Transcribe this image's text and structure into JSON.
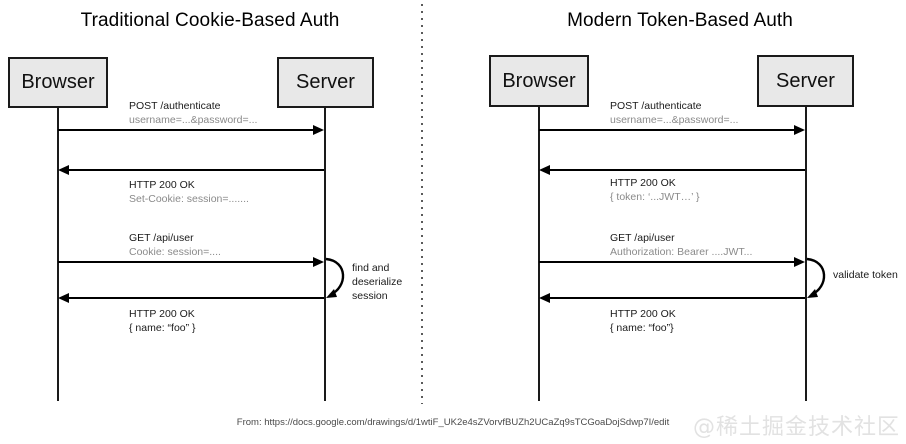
{
  "diagram": {
    "kind": "sequence-diagram-comparison",
    "divider": "dotted-vertical-line",
    "panels": [
      {
        "id": "cookie",
        "title": "Traditional Cookie-Based Auth",
        "actors": [
          {
            "id": "browser",
            "label": "Browser"
          },
          {
            "id": "server",
            "label": "Server"
          }
        ],
        "messages": [
          {
            "direction": "browser-to-server",
            "line1": "POST /authenticate",
            "line2": "username=...&password=..."
          },
          {
            "direction": "server-to-browser",
            "line1": "HTTP 200 OK",
            "line2": "Set-Cookie: session=......."
          },
          {
            "direction": "browser-to-server",
            "line1": "GET /api/user",
            "line2": "Cookie: session=...."
          },
          {
            "direction": "server-to-browser",
            "line1": "HTTP 200 OK",
            "line2": "{  name: “foo” }"
          }
        ],
        "self_call": {
          "actor": "server",
          "note_line1": "find and",
          "note_line2": "deserialize",
          "note_line3": "session"
        }
      },
      {
        "id": "token",
        "title": "Modern Token-Based Auth",
        "actors": [
          {
            "id": "browser",
            "label": "Browser"
          },
          {
            "id": "server",
            "label": "Server"
          }
        ],
        "messages": [
          {
            "direction": "browser-to-server",
            "line1": "POST /authenticate",
            "line2": "username=...&password=..."
          },
          {
            "direction": "server-to-browser",
            "line1": "HTTP 200 OK",
            "line2": "{ token: ‘...JWT…’ }"
          },
          {
            "direction": "browser-to-server",
            "line1": "GET /api/user",
            "line2": "Authorization: Bearer ....JWT..."
          },
          {
            "direction": "server-to-browser",
            "line1": "HTTP 200 OK",
            "line2": "{ name: “foo”}"
          }
        ],
        "self_call": {
          "actor": "server",
          "note_line1": "validate token",
          "note_line2": "",
          "note_line3": ""
        }
      }
    ]
  },
  "footer": {
    "source": "From: https://docs.google.com/drawings/d/1wtiF_UK2e4sZVorvfBUZh2UCaZq9sTCGoaDojSdwp7I/edit",
    "watermark": "@稀土掘金技术社区"
  },
  "colors": {
    "box_fill": "#e8e8e8",
    "stroke": "#1a1a1a",
    "muted_text": "#8a8a8a",
    "divider": "#5a5a5a",
    "watermark": "#e2e2e2"
  }
}
